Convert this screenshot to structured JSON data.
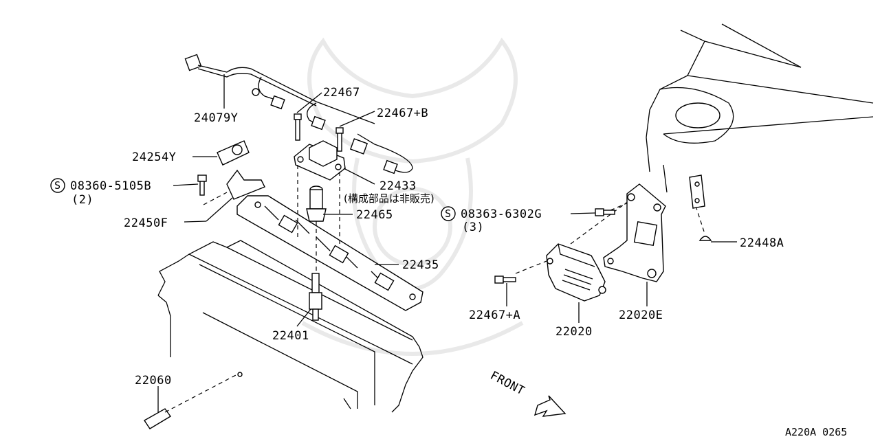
{
  "parts": {
    "p24079Y": "24079Y",
    "p22467": "22467",
    "p22467B": "22467+B",
    "p24254Y": "24254Y",
    "p08360": "08360-5105B",
    "p08360_qty": "(2)",
    "p22433": "22433",
    "p22433_note": "(構成部品は非販売)",
    "p22450F": "22450F",
    "p22465": "22465",
    "p08363": "08363-6302G",
    "p08363_qty": "(3)",
    "p22448A": "22448A",
    "p22435": "22435",
    "p22467A": "22467+A",
    "p22020": "22020",
    "p22020E": "22020E",
    "p22401": "22401",
    "p22060": "22060"
  },
  "symbols": {
    "screw_marker": "S"
  },
  "direction_label": "FRONT",
  "diagram_code": "A220A 0265"
}
